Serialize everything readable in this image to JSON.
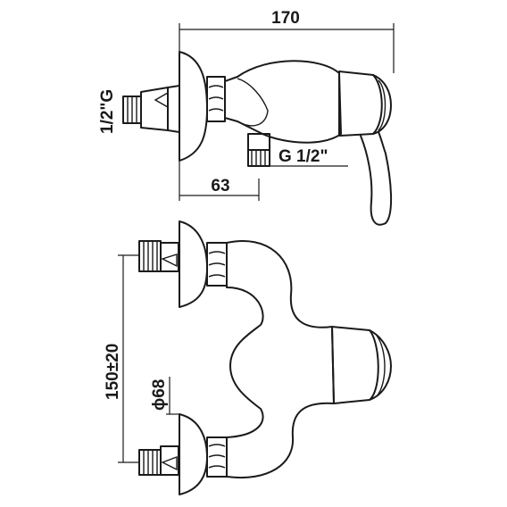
{
  "dimensions": {
    "total_width": "170",
    "inlet_thread_side": "1/2\"G",
    "outlet_thread": "G 1/2\"",
    "wall_to_outlet": "63",
    "inlet_centres": "150±20",
    "rosette_diameter": "ϕ68"
  }
}
